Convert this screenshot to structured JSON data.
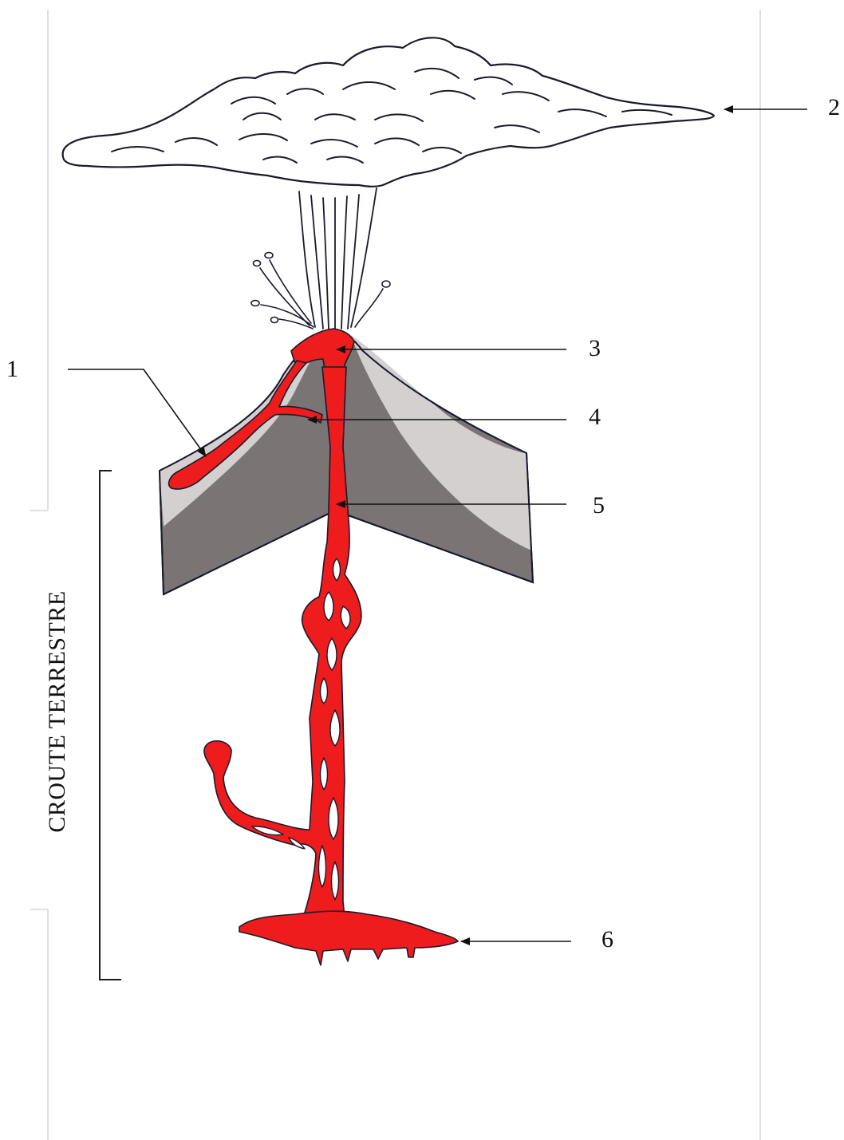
{
  "diagram": {
    "crust_label": "CROUTE TERRESTRE",
    "labels": [
      {
        "id": "1",
        "text": "1"
      },
      {
        "id": "2",
        "text": "2"
      },
      {
        "id": "3",
        "text": "3"
      },
      {
        "id": "4",
        "text": "4"
      },
      {
        "id": "5",
        "text": "5"
      },
      {
        "id": "6",
        "text": "6"
      }
    ],
    "colors": {
      "magma": "#ee1c1c",
      "outline": "#1a1a2e",
      "rock_light": "#d3d0cf",
      "rock_dark": "#7a7474",
      "page_border": "#d6d6d6"
    }
  }
}
